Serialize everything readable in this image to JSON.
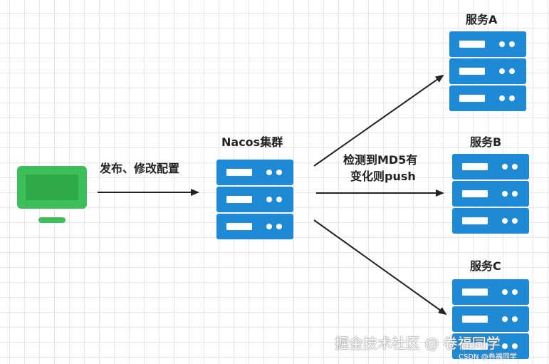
{
  "client": {
    "label": "发布、修改配置",
    "icon": "monitor-icon",
    "color": "#3cbf5a"
  },
  "cluster": {
    "label": "Nacos集群",
    "icon": "server-icon",
    "color": "#1e8ad6"
  },
  "push_label": {
    "line1": "检测到MD5有",
    "line2": "变化则push"
  },
  "services": [
    {
      "label": "服务A",
      "icon": "server-icon"
    },
    {
      "label": "服务B",
      "icon": "server-icon"
    },
    {
      "label": "服务C",
      "icon": "server-icon"
    }
  ],
  "watermark": {
    "main": "掘金技术社区 @ 卷福同学",
    "small": "CSDN @卷福同学"
  }
}
